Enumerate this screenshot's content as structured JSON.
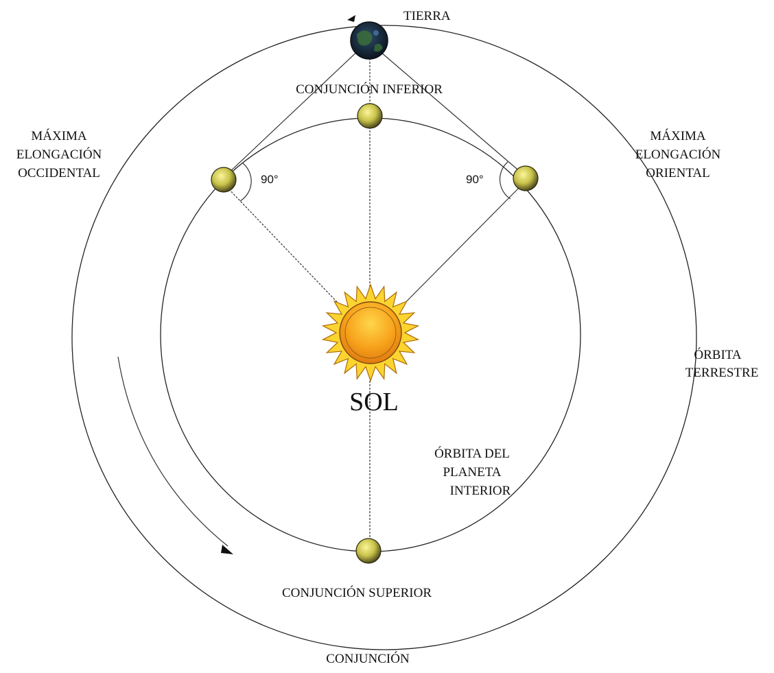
{
  "labels": {
    "tierra": "TIERRA",
    "conjuncion_inferior": "CONJUNCIÓN INFERIOR",
    "maxima_occ": [
      "MÁXIMA",
      "ELONGACIÓN",
      "OCCIDENTAL"
    ],
    "maxima_ori": [
      "MÁXIMA",
      "ELONGACIÓN",
      "ORIENTAL"
    ],
    "angle_left": "90°",
    "angle_right": "90°",
    "sol": "SOL",
    "orbita_terrestre": [
      "ÓRBITA",
      "TERRESTRE"
    ],
    "orbita_planeta": [
      "ÓRBITA DEL",
      "PLANETA",
      "INTERIOR"
    ],
    "conjuncion_superior": "CONJUNCIÓN SUPERIOR",
    "conjuncion": "CONJUNCIÓN"
  },
  "colors": {
    "background": "#ffffff",
    "line": "#222222",
    "sun_body": "#f7a21b",
    "sun_rays": "#fcd430",
    "planet": "#c8c24a",
    "earth": "#1a2a3a"
  },
  "icons": {
    "earth": "earth-globe-icon",
    "sun": "sun-icon",
    "planet": "planet-sphere-icon",
    "direction": "arrowhead-icon"
  }
}
